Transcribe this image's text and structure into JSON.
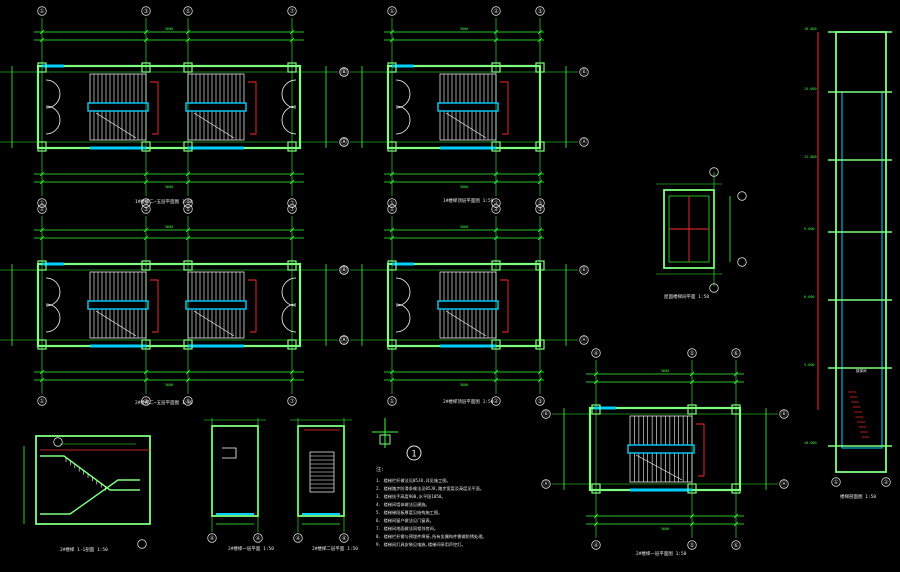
{
  "colors": {
    "background": "#000000",
    "dimension": "#37ff37",
    "wall": "#7fff7f",
    "stair": "#ffffff",
    "window": "#00d0ff",
    "axis_bubble": "#d8d8d8",
    "red_line": "#ff2a2a",
    "text_white": "#e6e6e6",
    "text_yellow": "#ffff66"
  },
  "axis_labels": {
    "top_left_plan": [
      "①",
      "③",
      "⑤",
      "⑦"
    ],
    "side_rows": [
      "Ⓑ",
      "Ⓐ"
    ],
    "mid_plan": [
      "①",
      "②",
      "③"
    ],
    "small_detail": [
      "④"
    ],
    "bottom_right_plan": [
      "④",
      "⑤",
      "⑥"
    ],
    "section_bottom": [
      "①",
      "②"
    ]
  },
  "captions": {
    "plan_1": "1#楼梯二~五层平面图 1:50",
    "plan_2": "2#楼梯二~五层平面图 1:50",
    "plan_3": "1#楼梯顶层平面图 1:50",
    "plan_4": "2#楼梯顶层平面图 1:50",
    "roof_plan": "屋面楼梯间平面 1:50",
    "stair_section": "2#楼梯 1-1剖面 1:50",
    "detail_a": "2#楼梯一层平面 1:50",
    "detail_b": "2#楼梯二层平面 1:50",
    "plan_5": "2#楼梯一层平面图 1:50",
    "elevation": "楼梯剖面图 1:50"
  },
  "notes": {
    "heading": "注:",
    "items": [
      "1. 楼梯栏杆做法见05J8,详见施工图。",
      "2. 楼梯踏步防滑条做法见05J8,踏步宽度及高度见平面。",
      "3. 楼梯扶手高度900,水平段1050。",
      "4. 楼梯间墙体做法见建施。",
      "5. 楼梯梯段板厚度见结构施工图。",
      "6. 楼梯间窗户做法见门窗表。",
      "7. 楼梯间地面做法同相邻房间。",
      "8. 楼梯栏杆需与预埋件焊接,所有金属构件需做防锈处理。",
      "9. 楼梯间灯具安装见电施,楼梯间采用声控灯。"
    ]
  },
  "detail_marker": "1",
  "elevation_levels": [
    "18.600",
    "15.600",
    "12.600",
    "9.600",
    "6.600",
    "3.600",
    "±0.000"
  ],
  "elevation_annotation": "楼梯间",
  "dim_text": "3600"
}
